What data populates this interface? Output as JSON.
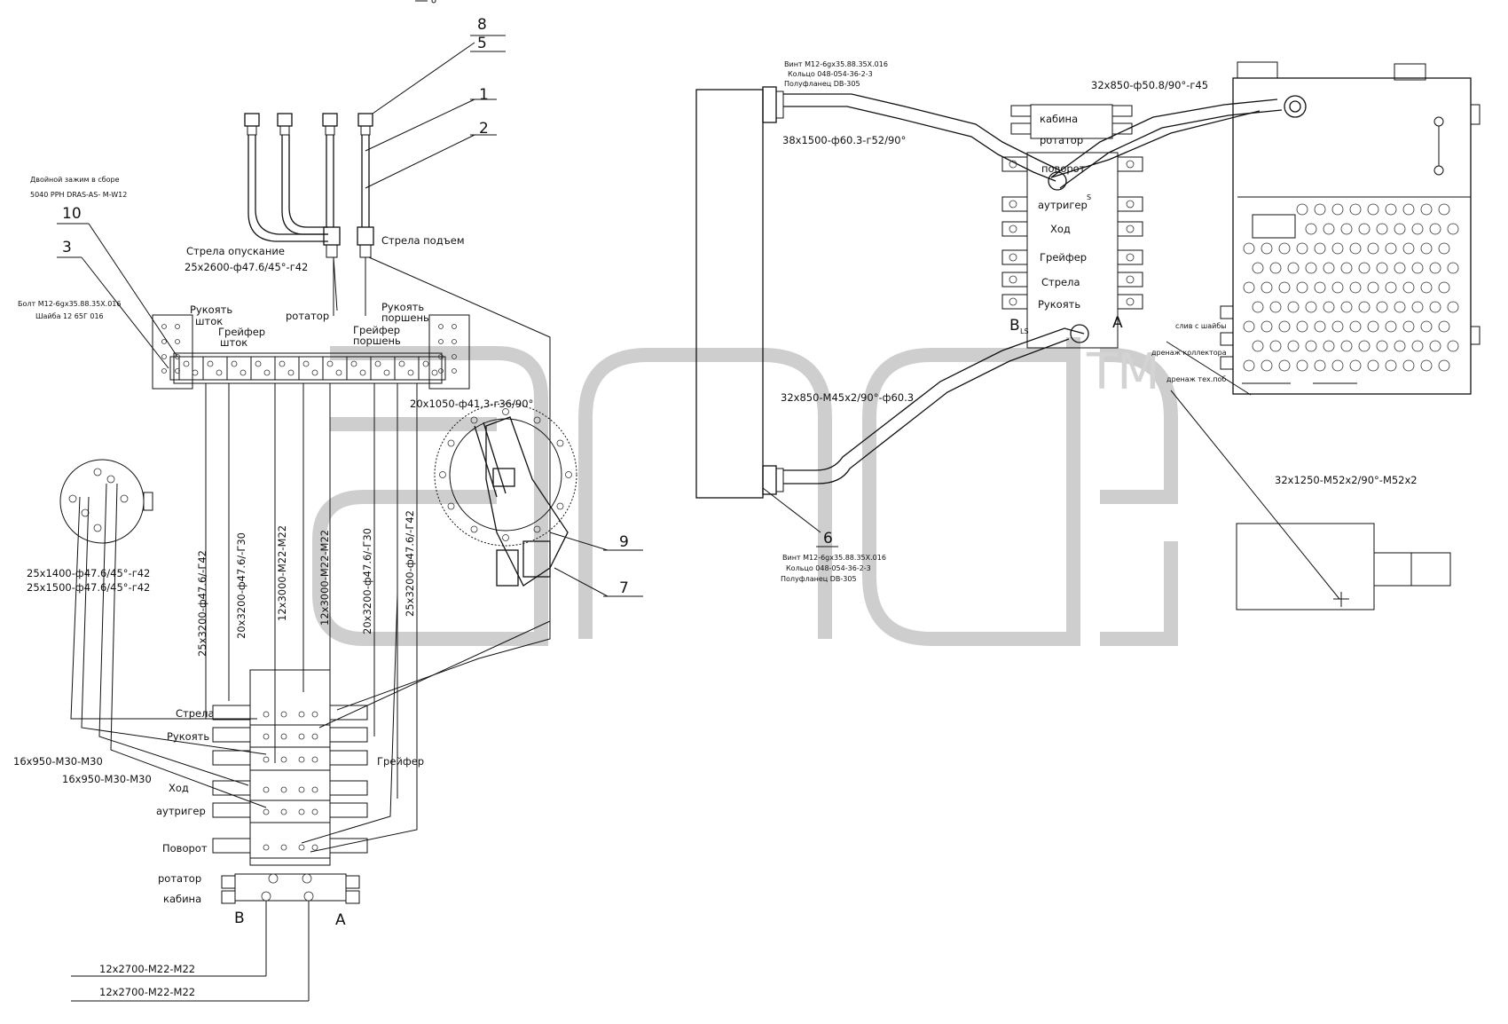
{
  "callouts": [
    "8",
    "5",
    "1",
    "2",
    "10",
    "3",
    "6",
    "9",
    "7"
  ],
  "watermark": {
    "trademark": "TM"
  },
  "labels": {
    "clamp_line1": "Двойной зажим в сборе",
    "clamp_line2": "5040 PPH DRAS-AS- M-W12",
    "boom_lower": "Стрела опускание",
    "boom_raise": "Стрела подъем",
    "hose_boom": "25x2600-ф47.6/45°-г42",
    "bolt_line1": "Болт М12-6gx35.88.35Х.016",
    "bolt_line2": "Шайба 12 65Г 016",
    "stick_rod_line1": "Рукоять",
    "stick_rod_line2": "шток",
    "rotator_top": "ротатор",
    "stick_piston_line1": "Рукоять",
    "stick_piston_line2": "поршень",
    "grab_rod_line1": "Грейфер",
    "grab_rod_line2": "шток",
    "grab_piston_line1": "Грейфер",
    "grab_piston_line2": "поршень",
    "hose_swivel": "20x1050-ф41,3-г36/90°",
    "hose_l1": "25x1400-ф47.6/45°-г42",
    "hose_l2": "25x1500-ф47.6/45°-г42",
    "v1": "25x3200-ф47.6/-Г42",
    "v2": "20x3200-ф47.6/-Г30",
    "v3": "12x3000-М22-М22",
    "v4": "12x3000-М22-М22",
    "v5": "20x3200-ф47.6/-Г30",
    "v6": "25x3200-ф47.6/-Г42",
    "hose_m30_1": "16x950-М30-М30",
    "hose_m30_2": "16x950-М30-М30",
    "hose_m22_1": "12x2700-М22-М22",
    "hose_m22_2": "12x2700-М22-М22",
    "screw_top_line1": "Винт М12-6gx35.88.35Х.016",
    "screw_top_line2": "Кольцо 048-054-36-2-3",
    "screw_top_line3": "Полуфланец DB-305",
    "screw_bot_line1": "Винт М12-6gx35.88.35Х.016",
    "screw_bot_line2": "Кольцо 048-054-36-2-3",
    "screw_bot_line3": "Полуфланец DB-305",
    "hose_tank": "32x850-ф50.8/90°-г45",
    "hose_pressure": "38x1500-ф60.3-г52/90°",
    "hose_return": "32x850-М45x2/90°-ф60.3",
    "hose_drain": "32x1250-М52x2/90°-М52x2",
    "drain_1": "слив с шайбы",
    "drain_2": "дренаж коллектора",
    "drain_3": "дренаж тех.поб",
    "port_B": "B",
    "port_A": "A",
    "port_LS": "LS",
    "port_S": "S"
  },
  "valve_left": {
    "sections": [
      "Стрела",
      "Рукоять",
      "Грейфер",
      "Ход",
      "аутригер",
      "Поворот",
      "ротатор",
      "кабина"
    ]
  },
  "valve_right": {
    "sections": [
      "кабина",
      "ротатор",
      "поворот",
      "аутригер",
      "Ход",
      "Грейфер",
      "Стрела",
      "Рукоять"
    ]
  }
}
